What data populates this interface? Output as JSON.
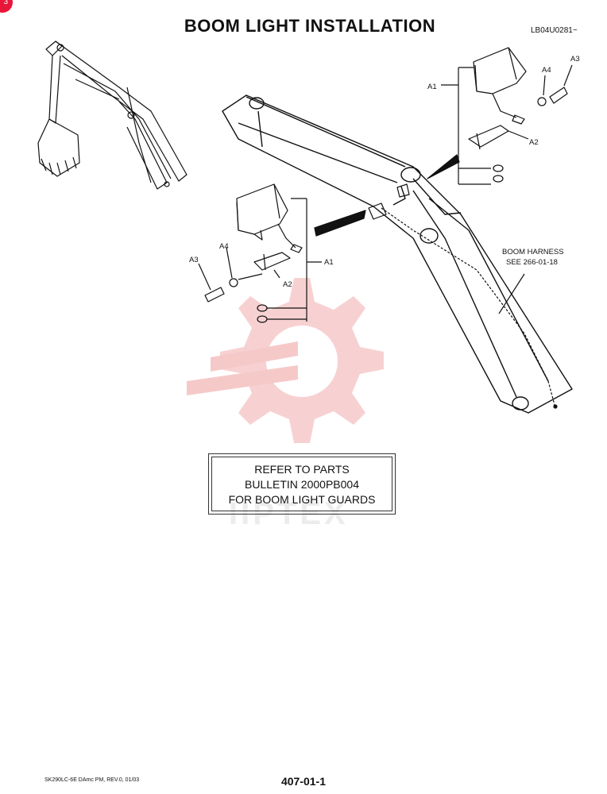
{
  "page": {
    "title": "BOOM  LIGHT INSTALLATION",
    "drawing_ref": "LB04U0281~",
    "corner_badge": "3",
    "footer_left": "SK290LC-6E DAmc PM, REV.0, 01/03",
    "footer_center": "407-01-1",
    "watermark": "IIPTEX"
  },
  "callouts": {
    "right_group": {
      "a1": "A1",
      "a2": "A2",
      "a3": "A3",
      "a4": "A4"
    },
    "left_group": {
      "a1": "A1",
      "a2": "A2",
      "a3": "A3",
      "a4": "A4"
    },
    "harness": {
      "line1": "BOOM HARNESS",
      "line2": "SEE 266-01-18"
    }
  },
  "note": {
    "line1": "REFER TO PARTS",
    "line2": "BULLETIN 2000PB004",
    "line3": "FOR BOOM LIGHT GUARDS"
  },
  "colors": {
    "ink": "#111111",
    "watermark": "#f6c9c9"
  }
}
